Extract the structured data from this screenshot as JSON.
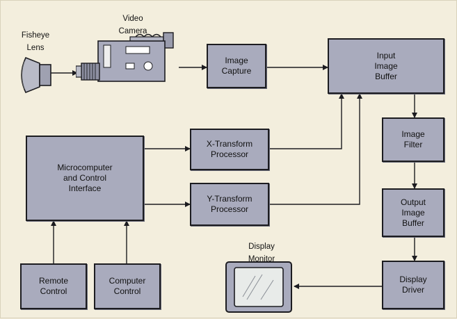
{
  "diagram": {
    "labels": {
      "fisheye_lens": "Fisheye\nLens",
      "video_camera": "Video\nCamera",
      "display_monitor": "Display\nMonitor"
    },
    "blocks": {
      "image_capture": "Image\nCapture",
      "input_image_buffer": "Input\nImage\nBuffer",
      "image_filter": "Image\nFilter",
      "output_image_buffer": "Output\nImage\nBuffer",
      "display_driver": "Display\nDriver",
      "microcomputer": "Microcomputer\nand Control\nInterface",
      "x_transform": "X-Transform\nProcessor",
      "y_transform": "Y-Transform\nProcessor",
      "remote_control": "Remote\nControl",
      "computer_control": "Computer\nControl"
    },
    "colors": {
      "block_fill": "#a9abbd",
      "line": "#1c1c20",
      "background": "#f3eedd"
    }
  }
}
